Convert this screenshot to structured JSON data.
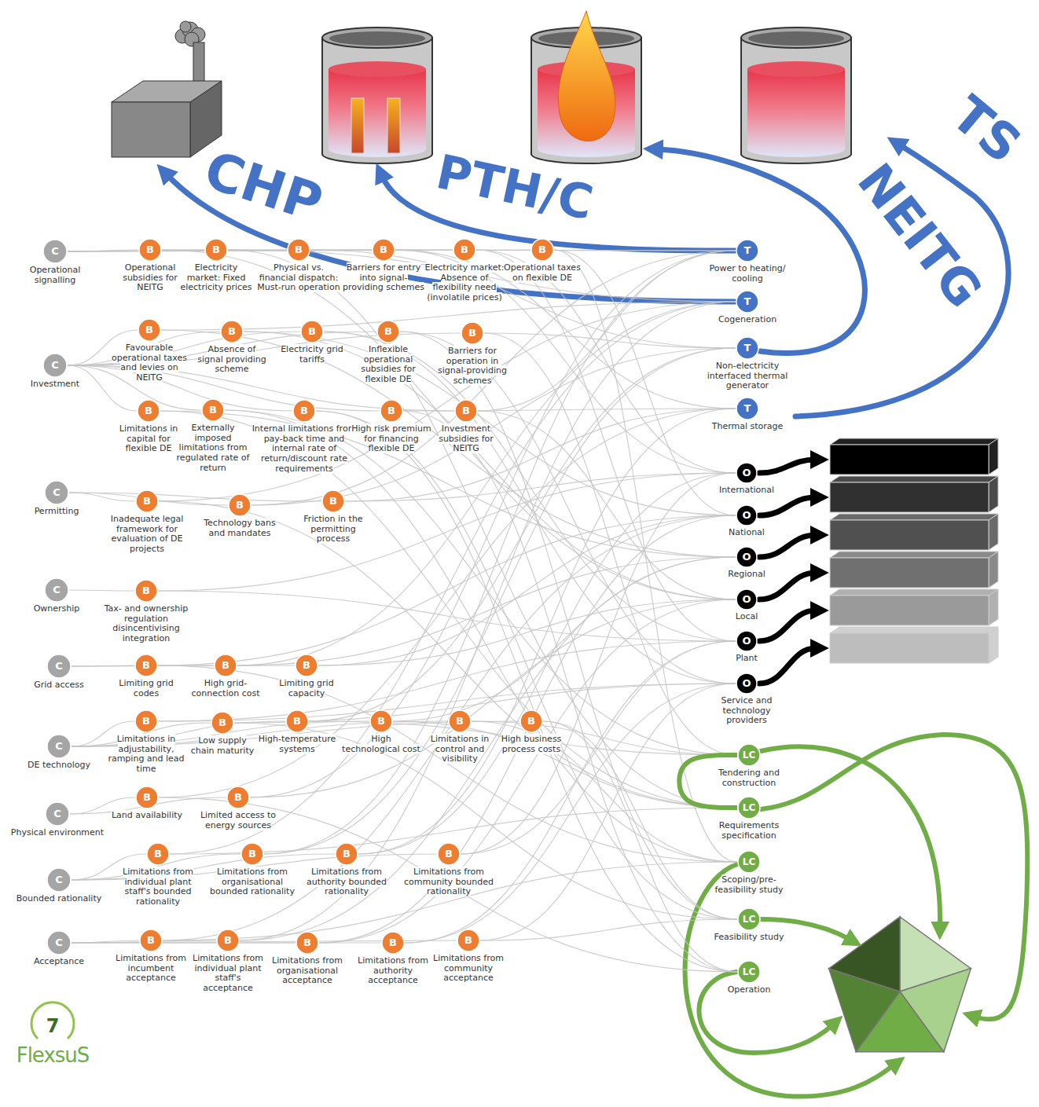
{
  "diagram": {
    "nodes": [
      {
        "text": [
          "C",
          "Operational signalling"
        ]
      },
      {
        "text": [
          "B",
          "Operational subsidies for NEITG"
        ]
      },
      {
        "text": [
          "B",
          "Electricity market: Fixed electricity prices"
        ]
      },
      {
        "text": [
          "B",
          "Physical vs. financial dispatch: Must-run operation"
        ]
      },
      {
        "text": [
          "B",
          "Barriers for entry into signal-providing schemes"
        ]
      },
      {
        "text": [
          "B",
          "Electricity market: Absence of flexibility need (involatile prices)"
        ]
      },
      {
        "text": [
          "B",
          "Operational taxes on flexible DE"
        ]
      },
      {
        "text": [
          "C",
          "Investment"
        ]
      },
      {
        "text": [
          "B",
          "Favourable operational taxes and levies on NEITG"
        ]
      },
      {
        "text": [
          "B",
          "Absence of signal providing scheme"
        ]
      },
      {
        "text": [
          "B",
          "Electricity grid tariffs"
        ]
      },
      {
        "text": [
          "B",
          "Inflexible operational subsidies for flexible DE"
        ]
      },
      {
        "text": [
          "B",
          "Barriers for operation in signal-providing schemes"
        ]
      },
      {
        "text": [
          "B",
          "Limitations in capital for flexible DE"
        ]
      },
      {
        "text": [
          "B",
          "Externally imposed limitations from regulated rate of return"
        ]
      },
      {
        "text": [
          "B",
          "Internal limitations from pay-back time and internal rate of return/discount rate requirements"
        ]
      },
      {
        "text": [
          "B",
          "High risk premium for financing flexible DE"
        ]
      },
      {
        "text": [
          "B",
          "Investment subsidies for NEITG"
        ]
      },
      {
        "text": [
          "C",
          "Permitting"
        ]
      },
      {
        "text": [
          "B",
          "Inadequate legal framework for evaluation of DE projects"
        ]
      },
      {
        "text": [
          "B",
          "Technology bans and mandates"
        ]
      },
      {
        "text": [
          "B",
          "Friction in the permitting process"
        ]
      },
      {
        "text": [
          "C",
          "Ownership"
        ]
      },
      {
        "text": [
          "B",
          "Tax- and ownership regulation disincentivising integration"
        ]
      },
      {
        "text": [
          "C",
          "Grid access"
        ]
      },
      {
        "text": [
          "B",
          "Limiting grid codes"
        ]
      },
      {
        "text": [
          "B",
          "High grid-connection cost"
        ]
      },
      {
        "text": [
          "B",
          "Limiting grid capacity"
        ]
      },
      {
        "text": [
          "C",
          "DE technology"
        ]
      },
      {
        "text": [
          "B",
          "Limitations in adjustability, ramping and lead time"
        ]
      },
      {
        "text": [
          "B",
          "Low supply chain maturity"
        ]
      },
      {
        "text": [
          "B",
          "High-temperature systems"
        ]
      },
      {
        "text": [
          "B",
          "High technological cost"
        ]
      },
      {
        "text": [
          "B",
          "Limitations in control and visibility"
        ]
      },
      {
        "text": [
          "B",
          "High business process costs"
        ]
      },
      {
        "text": [
          "C",
          "Physical environment"
        ]
      },
      {
        "text": [
          "B",
          "Land availability"
        ]
      },
      {
        "text": [
          "B",
          "Limited access to energy sources"
        ]
      },
      {
        "text": [
          "C",
          "Bounded rationality"
        ]
      },
      {
        "text": [
          "B",
          "Limitations from individual plant staff's bounded rationality"
        ]
      },
      {
        "text": [
          "B",
          "Limitations from organisational bounded rationality"
        ]
      },
      {
        "text": [
          "B",
          "Limitations from authority bounded rationality"
        ]
      },
      {
        "text": [
          "B",
          "Limitations from community bounded rationality"
        ]
      },
      {
        "text": [
          "C",
          "Acceptance"
        ]
      },
      {
        "text": [
          "B",
          "Limitations from incumbent acceptance"
        ]
      },
      {
        "text": [
          "B",
          "Limitations from individual plant staff's acceptance"
        ]
      },
      {
        "text": [
          "B",
          "Limitations from organisational acceptance"
        ]
      },
      {
        "text": [
          "B",
          "Limitations from authority acceptance"
        ]
      },
      {
        "text": [
          "B",
          "Limitations from community acceptance"
        ]
      },
      {
        "text": [
          "T",
          "Power to heating/ cooling"
        ]
      },
      {
        "text": [
          "T",
          "Cogeneration"
        ]
      },
      {
        "text": [
          "T",
          "Non-electricity interfaced thermal generator"
        ]
      },
      {
        "text": [
          "T",
          "Thermal storage"
        ]
      },
      {
        "text": [
          "O",
          "International"
        ]
      },
      {
        "text": [
          "O",
          "National"
        ]
      },
      {
        "text": [
          "O",
          "Regional"
        ]
      },
      {
        "text": [
          "O",
          "Local"
        ]
      },
      {
        "text": [
          "O",
          "Plant"
        ]
      },
      {
        "text": [
          "O",
          "Service and technology providers"
        ]
      },
      {
        "text": [
          "LC",
          "Tendering and construction"
        ]
      },
      {
        "text": [
          "LC",
          "Requirements specification"
        ]
      },
      {
        "text": [
          "LC",
          "Scoping/pre-feasibility study"
        ]
      },
      {
        "text": [
          "LC",
          "Feasibility study"
        ]
      },
      {
        "text": [
          "LC",
          "Operation"
        ]
      }
    ],
    "edges": [
      {
        "from": 0,
        "to": 1,
        "arrow": "none"
      },
      {
        "from": 0,
        "to": 2,
        "arrow": "none"
      },
      {
        "from": 0,
        "to": 3,
        "arrow": "none"
      },
      {
        "from": 0,
        "to": 4,
        "arrow": "none"
      },
      {
        "from": 0,
        "to": 5,
        "arrow": "none"
      },
      {
        "from": 0,
        "to": 6,
        "arrow": "none"
      },
      {
        "from": 7,
        "to": 8,
        "arrow": "none"
      },
      {
        "from": 7,
        "to": 9,
        "arrow": "none"
      },
      {
        "from": 7,
        "to": 10,
        "arrow": "none"
      },
      {
        "from": 7,
        "to": 11,
        "arrow": "none"
      },
      {
        "from": 7,
        "to": 12,
        "arrow": "none"
      },
      {
        "from": 7,
        "to": 13,
        "arrow": "none"
      },
      {
        "from": 7,
        "to": 14,
        "arrow": "none"
      },
      {
        "from": 7,
        "to": 15,
        "arrow": "none"
      },
      {
        "from": 7,
        "to": 16,
        "arrow": "none"
      },
      {
        "from": 7,
        "to": 17,
        "arrow": "none"
      },
      {
        "from": 18,
        "to": 19,
        "arrow": "none"
      },
      {
        "from": 18,
        "to": 20,
        "arrow": "none"
      },
      {
        "from": 18,
        "to": 21,
        "arrow": "none"
      },
      {
        "from": 22,
        "to": 23,
        "arrow": "none"
      },
      {
        "from": 24,
        "to": 25,
        "arrow": "none"
      },
      {
        "from": 24,
        "to": 26,
        "arrow": "none"
      },
      {
        "from": 24,
        "to": 27,
        "arrow": "none"
      },
      {
        "from": 28,
        "to": 29,
        "arrow": "none"
      },
      {
        "from": 28,
        "to": 30,
        "arrow": "none"
      },
      {
        "from": 28,
        "to": 31,
        "arrow": "none"
      },
      {
        "from": 28,
        "to": 32,
        "arrow": "none"
      },
      {
        "from": 28,
        "to": 33,
        "arrow": "none"
      },
      {
        "from": 28,
        "to": 34,
        "arrow": "none"
      },
      {
        "from": 35,
        "to": 36,
        "arrow": "none"
      },
      {
        "from": 35,
        "to": 37,
        "arrow": "none"
      },
      {
        "from": 38,
        "to": 39,
        "arrow": "none"
      },
      {
        "from": 38,
        "to": 40,
        "arrow": "none"
      },
      {
        "from": 38,
        "to": 41,
        "arrow": "none"
      },
      {
        "from": 38,
        "to": 42,
        "arrow": "none"
      },
      {
        "from": 43,
        "to": 44,
        "arrow": "none"
      },
      {
        "from": 43,
        "to": 45,
        "arrow": "none"
      },
      {
        "from": 43,
        "to": 46,
        "arrow": "none"
      },
      {
        "from": 43,
        "to": 47,
        "arrow": "none"
      },
      {
        "from": 43,
        "to": 48,
        "arrow": "none"
      },
      {
        "from": 1,
        "to": 49,
        "arrow": "none"
      },
      {
        "from": 1,
        "to": 56,
        "arrow": "none"
      },
      {
        "from": 2,
        "to": 50,
        "arrow": "none"
      },
      {
        "from": 2,
        "to": 60,
        "arrow": "none"
      },
      {
        "from": 3,
        "to": 51,
        "arrow": "none"
      },
      {
        "from": 3,
        "to": 49,
        "arrow": "none"
      },
      {
        "from": 4,
        "to": 52,
        "arrow": "none"
      },
      {
        "from": 4,
        "to": 53,
        "arrow": "none"
      },
      {
        "from": 5,
        "to": 53,
        "arrow": "none"
      },
      {
        "from": 5,
        "to": 57,
        "arrow": "none"
      },
      {
        "from": 6,
        "to": 54,
        "arrow": "none"
      },
      {
        "from": 6,
        "to": 61,
        "arrow": "none"
      },
      {
        "from": 8,
        "to": 55,
        "arrow": "none"
      },
      {
        "from": 8,
        "to": 50,
        "arrow": "none"
      },
      {
        "from": 9,
        "to": 56,
        "arrow": "none"
      },
      {
        "from": 9,
        "to": 54,
        "arrow": "none"
      },
      {
        "from": 10,
        "to": 57,
        "arrow": "none"
      },
      {
        "from": 10,
        "to": 58,
        "arrow": "none"
      },
      {
        "from": 11,
        "to": 58,
        "arrow": "none"
      },
      {
        "from": 11,
        "to": 62,
        "arrow": "none"
      },
      {
        "from": 12,
        "to": 59,
        "arrow": "none"
      },
      {
        "from": 12,
        "to": 51,
        "arrow": "none"
      },
      {
        "from": 13,
        "to": 60,
        "arrow": "none"
      },
      {
        "from": 13,
        "to": 55,
        "arrow": "none"
      },
      {
        "from": 14,
        "to": 61,
        "arrow": "none"
      },
      {
        "from": 14,
        "to": 59,
        "arrow": "none"
      },
      {
        "from": 15,
        "to": 62,
        "arrow": "none"
      },
      {
        "from": 15,
        "to": 63,
        "arrow": "none"
      },
      {
        "from": 16,
        "to": 63,
        "arrow": "none"
      },
      {
        "from": 16,
        "to": 52,
        "arrow": "none"
      },
      {
        "from": 17,
        "to": 49,
        "arrow": "none"
      },
      {
        "from": 17,
        "to": 56,
        "arrow": "none"
      },
      {
        "from": 19,
        "to": 50,
        "arrow": "none"
      },
      {
        "from": 19,
        "to": 60,
        "arrow": "none"
      },
      {
        "from": 20,
        "to": 51,
        "arrow": "none"
      },
      {
        "from": 20,
        "to": 49,
        "arrow": "none"
      },
      {
        "from": 21,
        "to": 52,
        "arrow": "none"
      },
      {
        "from": 21,
        "to": 53,
        "arrow": "none"
      },
      {
        "from": 23,
        "to": 53,
        "arrow": "none"
      },
      {
        "from": 23,
        "to": 57,
        "arrow": "none"
      },
      {
        "from": 25,
        "to": 54,
        "arrow": "none"
      },
      {
        "from": 25,
        "to": 61,
        "arrow": "none"
      },
      {
        "from": 26,
        "to": 55,
        "arrow": "none"
      },
      {
        "from": 26,
        "to": 50,
        "arrow": "none"
      },
      {
        "from": 27,
        "to": 56,
        "arrow": "none"
      },
      {
        "from": 27,
        "to": 54,
        "arrow": "none"
      },
      {
        "from": 29,
        "to": 57,
        "arrow": "none"
      },
      {
        "from": 29,
        "to": 58,
        "arrow": "none"
      },
      {
        "from": 30,
        "to": 58,
        "arrow": "none"
      },
      {
        "from": 30,
        "to": 62,
        "arrow": "none"
      },
      {
        "from": 31,
        "to": 59,
        "arrow": "none"
      },
      {
        "from": 31,
        "to": 51,
        "arrow": "none"
      },
      {
        "from": 32,
        "to": 60,
        "arrow": "none"
      },
      {
        "from": 32,
        "to": 55,
        "arrow": "none"
      },
      {
        "from": 33,
        "to": 61,
        "arrow": "none"
      },
      {
        "from": 33,
        "to": 59,
        "arrow": "none"
      },
      {
        "from": 34,
        "to": 62,
        "arrow": "none"
      },
      {
        "from": 34,
        "to": 63,
        "arrow": "none"
      },
      {
        "from": 36,
        "to": 63,
        "arrow": "none"
      },
      {
        "from": 36,
        "to": 52,
        "arrow": "none"
      },
      {
        "from": 37,
        "to": 49,
        "arrow": "none"
      },
      {
        "from": 37,
        "to": 56,
        "arrow": "none"
      },
      {
        "from": 39,
        "to": 50,
        "arrow": "none"
      },
      {
        "from": 39,
        "to": 60,
        "arrow": "none"
      },
      {
        "from": 40,
        "to": 51,
        "arrow": "none"
      },
      {
        "from": 40,
        "to": 49,
        "arrow": "none"
      },
      {
        "from": 41,
        "to": 52,
        "arrow": "none"
      },
      {
        "from": 41,
        "to": 53,
        "arrow": "none"
      },
      {
        "from": 42,
        "to": 53,
        "arrow": "none"
      },
      {
        "from": 42,
        "to": 57,
        "arrow": "none"
      },
      {
        "from": 44,
        "to": 54,
        "arrow": "none"
      },
      {
        "from": 44,
        "to": 61,
        "arrow": "none"
      },
      {
        "from": 45,
        "to": 55,
        "arrow": "none"
      },
      {
        "from": 45,
        "to": 50,
        "arrow": "none"
      },
      {
        "from": 46,
        "to": 56,
        "arrow": "none"
      },
      {
        "from": 46,
        "to": 54,
        "arrow": "none"
      },
      {
        "from": 47,
        "to": 57,
        "arrow": "none"
      },
      {
        "from": 47,
        "to": 58,
        "arrow": "none"
      },
      {
        "from": 48,
        "to": 58,
        "arrow": "none"
      },
      {
        "from": 48,
        "to": 62,
        "arrow": "none"
      },
      {
        "from": 59,
        "to": 60,
        "arrow": "none"
      }
    ],
    "labels": [
      "CHP",
      "PTH/C",
      "NEITG",
      "TS",
      "7",
      "FlexsuS"
    ]
  }
}
